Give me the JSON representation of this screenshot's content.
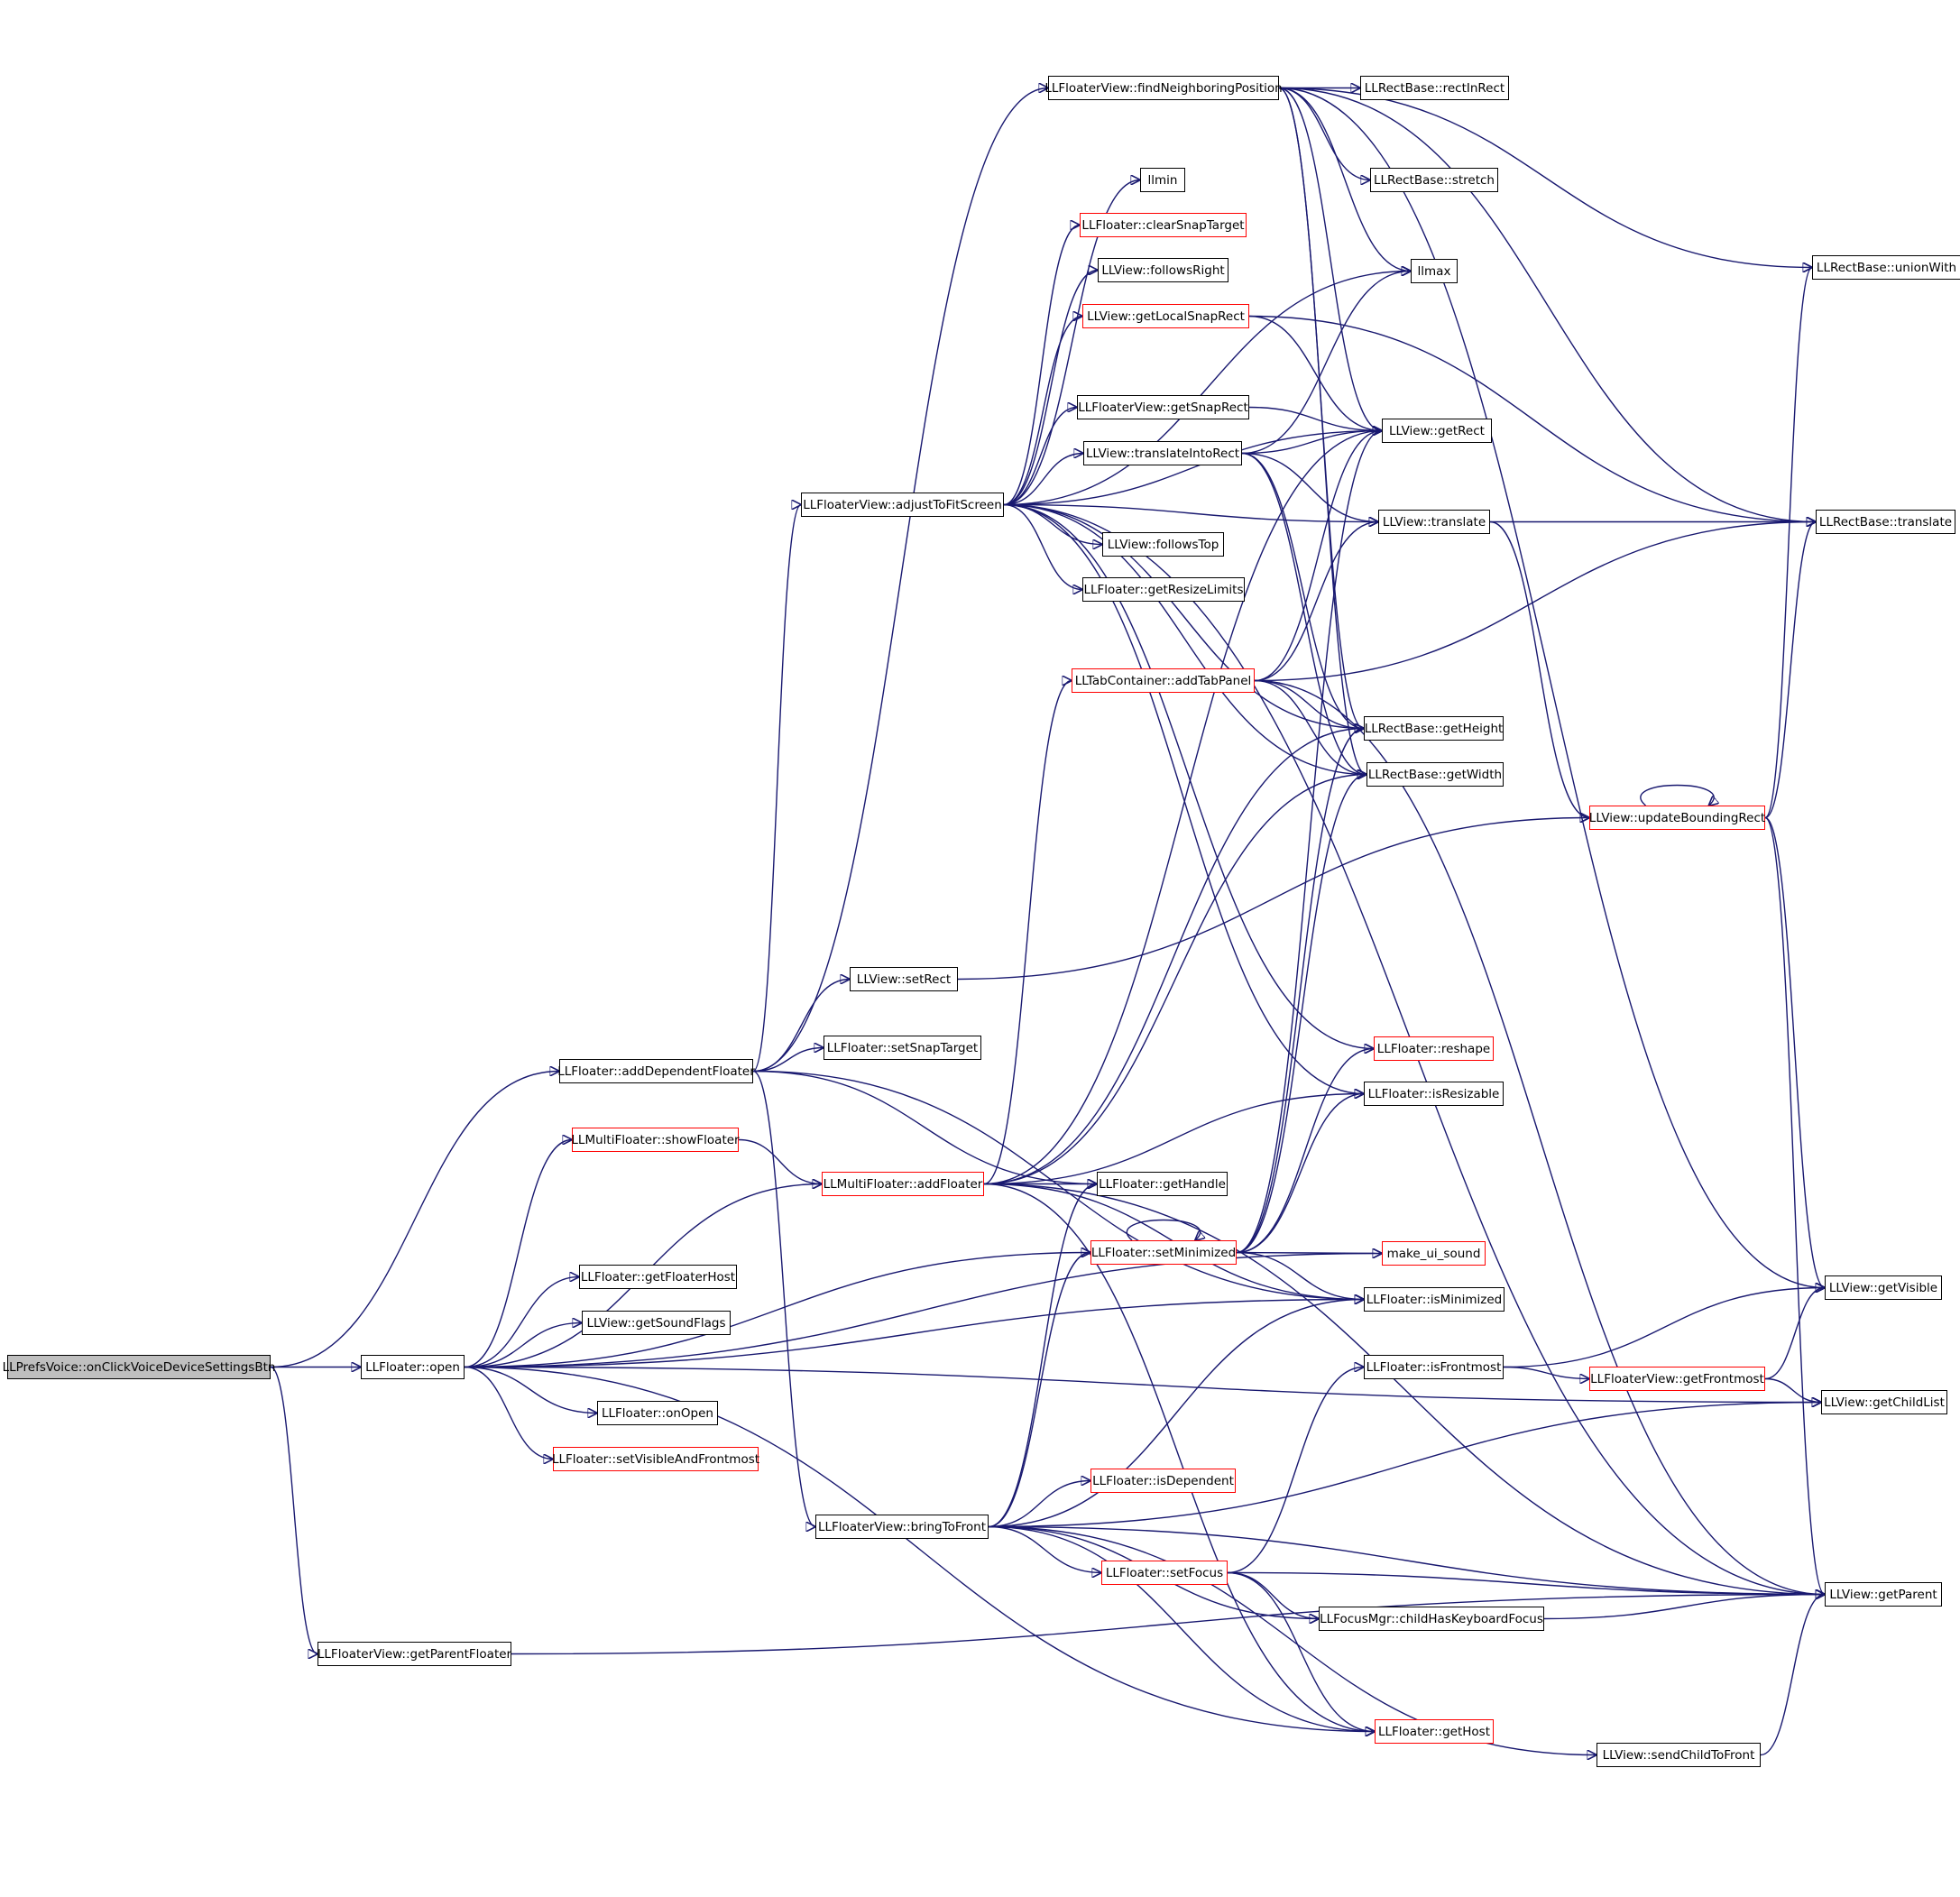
{
  "diagram": {
    "type": "call-graph",
    "edge_color": "#191970",
    "nodes": [
      {
        "id": "root",
        "label": "LLPrefsVoice::onClickVoiceDeviceSettingsBtn",
        "style": "root"
      },
      {
        "id": "open",
        "label": "LLFloater::open",
        "style": "normal"
      },
      {
        "id": "getParentFloater",
        "label": "LLFloaterView::getParentFloater",
        "style": "normal"
      },
      {
        "id": "addDependentFloater",
        "label": "LLFloater::addDependentFloater",
        "style": "normal"
      },
      {
        "id": "showFloater",
        "label": "LLMultiFloater::showFloater",
        "style": "red"
      },
      {
        "id": "getFloaterHost",
        "label": "LLFloater::getFloaterHost",
        "style": "normal"
      },
      {
        "id": "getSoundFlags",
        "label": "LLView::getSoundFlags",
        "style": "normal"
      },
      {
        "id": "onOpen",
        "label": "LLFloater::onOpen",
        "style": "normal"
      },
      {
        "id": "setVisibleAndFrontmost",
        "label": "LLFloater::setVisibleAndFrontmost",
        "style": "red"
      },
      {
        "id": "setRect",
        "label": "LLView::setRect",
        "style": "normal"
      },
      {
        "id": "setSnapTarget",
        "label": "LLFloater::setSnapTarget",
        "style": "normal"
      },
      {
        "id": "addFloater",
        "label": "LLMultiFloater::addFloater",
        "style": "red"
      },
      {
        "id": "bringToFront",
        "label": "LLFloaterView::bringToFront",
        "style": "normal"
      },
      {
        "id": "adjustToFitScreen",
        "label": "LLFloaterView::adjustToFitScreen",
        "style": "normal"
      },
      {
        "id": "findNeighboringPosition",
        "label": "LLFloaterView::findNeighboringPosition",
        "style": "normal"
      },
      {
        "id": "llmin",
        "label": "llmin",
        "style": "normal"
      },
      {
        "id": "clearSnapTarget",
        "label": "LLFloater::clearSnapTarget",
        "style": "red"
      },
      {
        "id": "followsRight",
        "label": "LLView::followsRight",
        "style": "normal"
      },
      {
        "id": "getLocalSnapRect",
        "label": "LLView::getLocalSnapRect",
        "style": "red"
      },
      {
        "id": "getSnapRect",
        "label": "LLFloaterView::getSnapRect",
        "style": "normal"
      },
      {
        "id": "translateIntoRect",
        "label": "LLView::translateIntoRect",
        "style": "normal"
      },
      {
        "id": "followsTop",
        "label": "LLView::followsTop",
        "style": "normal"
      },
      {
        "id": "getResizeLimits",
        "label": "LLFloater::getResizeLimits",
        "style": "normal"
      },
      {
        "id": "addTabPanel",
        "label": "LLTabContainer::addTabPanel",
        "style": "red"
      },
      {
        "id": "getHandle",
        "label": "LLFloater::getHandle",
        "style": "normal"
      },
      {
        "id": "setMinimized",
        "label": "LLFloater::setMinimized",
        "style": "red"
      },
      {
        "id": "isDependent",
        "label": "LLFloater::isDependent",
        "style": "red"
      },
      {
        "id": "setFocus",
        "label": "LLFloater::setFocus",
        "style": "red"
      },
      {
        "id": "rectInRect",
        "label": "LLRectBase::rectInRect",
        "style": "normal"
      },
      {
        "id": "stretch",
        "label": "LLRectBase::stretch",
        "style": "normal"
      },
      {
        "id": "llmax",
        "label": "llmax",
        "style": "normal"
      },
      {
        "id": "getRect",
        "label": "LLView::getRect",
        "style": "normal"
      },
      {
        "id": "translate",
        "label": "LLView::translate",
        "style": "normal"
      },
      {
        "id": "getHeight",
        "label": "LLRectBase::getHeight",
        "style": "normal"
      },
      {
        "id": "getWidth",
        "label": "LLRectBase::getWidth",
        "style": "normal"
      },
      {
        "id": "reshape",
        "label": "LLFloater::reshape",
        "style": "red"
      },
      {
        "id": "isResizable",
        "label": "LLFloater::isResizable",
        "style": "normal"
      },
      {
        "id": "make_ui_sound",
        "label": "make_ui_sound",
        "style": "red"
      },
      {
        "id": "isMinimized",
        "label": "LLFloater::isMinimized",
        "style": "normal"
      },
      {
        "id": "isFrontmost",
        "label": "LLFloater::isFrontmost",
        "style": "normal"
      },
      {
        "id": "childHasKeyboardFocus",
        "label": "LLFocusMgr::childHasKeyboardFocus",
        "style": "normal"
      },
      {
        "id": "getHost",
        "label": "LLFloater::getHost",
        "style": "red"
      },
      {
        "id": "updateBoundingRect",
        "label": "LLView::updateBoundingRect",
        "style": "red"
      },
      {
        "id": "getFrontmost",
        "label": "LLFloaterView::getFrontmost",
        "style": "red"
      },
      {
        "id": "sendChildToFront",
        "label": "LLView::sendChildToFront",
        "style": "normal"
      },
      {
        "id": "unionWith",
        "label": "LLRectBase::unionWith",
        "style": "normal"
      },
      {
        "id": "rbTranslate",
        "label": "LLRectBase::translate",
        "style": "normal"
      },
      {
        "id": "getVisible",
        "label": "LLView::getVisible",
        "style": "normal"
      },
      {
        "id": "getChildList",
        "label": "LLView::getChildList",
        "style": "normal"
      },
      {
        "id": "getParent",
        "label": "LLView::getParent",
        "style": "normal"
      }
    ],
    "edges": [
      [
        "root",
        "open"
      ],
      [
        "root",
        "getParentFloater"
      ],
      [
        "root",
        "addDependentFloater"
      ],
      [
        "open",
        "showFloater"
      ],
      [
        "open",
        "addFloater"
      ],
      [
        "open",
        "setMinimized"
      ],
      [
        "open",
        "getFloaterHost"
      ],
      [
        "open",
        "getSoundFlags"
      ],
      [
        "open",
        "onOpen"
      ],
      [
        "open",
        "setVisibleAndFrontmost"
      ],
      [
        "open",
        "make_ui_sound"
      ],
      [
        "open",
        "isMinimized"
      ],
      [
        "open",
        "getChildList"
      ],
      [
        "open",
        "getHost"
      ],
      [
        "getParentFloater",
        "getParent"
      ],
      [
        "addDependentFloater",
        "findNeighboringPosition"
      ],
      [
        "addDependentFloater",
        "adjustToFitScreen"
      ],
      [
        "addDependentFloater",
        "setRect"
      ],
      [
        "addDependentFloater",
        "setSnapTarget"
      ],
      [
        "addDependentFloater",
        "getHandle"
      ],
      [
        "addDependentFloater",
        "isMinimized"
      ],
      [
        "addDependentFloater",
        "bringToFront"
      ],
      [
        "showFloater",
        "addFloater"
      ],
      [
        "setRect",
        "updateBoundingRect"
      ],
      [
        "addFloater",
        "addTabPanel"
      ],
      [
        "addFloater",
        "getHandle"
      ],
      [
        "addFloater",
        "isResizable"
      ],
      [
        "addFloater",
        "getHeight"
      ],
      [
        "addFloater",
        "getWidth"
      ],
      [
        "addFloater",
        "getRect"
      ],
      [
        "addFloater",
        "isMinimized"
      ],
      [
        "addFloater",
        "getHost"
      ],
      [
        "addFloater",
        "getParent"
      ],
      [
        "adjustToFitScreen",
        "llmin"
      ],
      [
        "adjustToFitScreen",
        "clearSnapTarget"
      ],
      [
        "adjustToFitScreen",
        "followsRight"
      ],
      [
        "adjustToFitScreen",
        "getLocalSnapRect"
      ],
      [
        "adjustToFitScreen",
        "getSnapRect"
      ],
      [
        "adjustToFitScreen",
        "translateIntoRect"
      ],
      [
        "adjustToFitScreen",
        "translate"
      ],
      [
        "adjustToFitScreen",
        "followsTop"
      ],
      [
        "adjustToFitScreen",
        "getResizeLimits"
      ],
      [
        "adjustToFitScreen",
        "getRect"
      ],
      [
        "adjustToFitScreen",
        "getHeight"
      ],
      [
        "adjustToFitScreen",
        "getWidth"
      ],
      [
        "adjustToFitScreen",
        "reshape"
      ],
      [
        "adjustToFitScreen",
        "isResizable"
      ],
      [
        "adjustToFitScreen",
        "getParent"
      ],
      [
        "adjustToFitScreen",
        "llmax"
      ],
      [
        "findNeighboringPosition",
        "rectInRect"
      ],
      [
        "findNeighboringPosition",
        "stretch"
      ],
      [
        "findNeighboringPosition",
        "llmax"
      ],
      [
        "findNeighboringPosition",
        "unionWith"
      ],
      [
        "findNeighboringPosition",
        "rbTranslate"
      ],
      [
        "findNeighboringPosition",
        "getRect"
      ],
      [
        "findNeighboringPosition",
        "getHeight"
      ],
      [
        "findNeighboringPosition",
        "getWidth"
      ],
      [
        "findNeighboringPosition",
        "getVisible"
      ],
      [
        "getLocalSnapRect",
        "getRect"
      ],
      [
        "getLocalSnapRect",
        "rbTranslate"
      ],
      [
        "getSnapRect",
        "getRect"
      ],
      [
        "translateIntoRect",
        "getRect"
      ],
      [
        "translateIntoRect",
        "translate"
      ],
      [
        "translateIntoRect",
        "getHeight"
      ],
      [
        "translateIntoRect",
        "getWidth"
      ],
      [
        "translateIntoRect",
        "llmax"
      ],
      [
        "translate",
        "rbTranslate"
      ],
      [
        "translate",
        "updateBoundingRect"
      ],
      [
        "addTabPanel",
        "getRect"
      ],
      [
        "addTabPanel",
        "translate"
      ],
      [
        "addTabPanel",
        "getHeight"
      ],
      [
        "addTabPanel",
        "getWidth"
      ],
      [
        "addTabPanel",
        "rbTranslate"
      ],
      [
        "addTabPanel",
        "getParent"
      ],
      [
        "setMinimized",
        "setMinimized"
      ],
      [
        "setMinimized",
        "make_ui_sound"
      ],
      [
        "setMinimized",
        "isMinimized"
      ],
      [
        "setMinimized",
        "isResizable"
      ],
      [
        "setMinimized",
        "reshape"
      ],
      [
        "setMinimized",
        "getRect"
      ],
      [
        "setMinimized",
        "getHeight"
      ],
      [
        "setMinimized",
        "getWidth"
      ],
      [
        "bringToFront",
        "isDependent"
      ],
      [
        "bringToFront",
        "setFocus"
      ],
      [
        "bringToFront",
        "childHasKeyboardFocus"
      ],
      [
        "bringToFront",
        "getHost"
      ],
      [
        "bringToFront",
        "sendChildToFront"
      ],
      [
        "bringToFront",
        "getChildList"
      ],
      [
        "bringToFront",
        "getHandle"
      ],
      [
        "bringToFront",
        "setMinimized"
      ],
      [
        "bringToFront",
        "isMinimized"
      ],
      [
        "bringToFront",
        "getParent"
      ],
      [
        "setFocus",
        "isFrontmost"
      ],
      [
        "setFocus",
        "childHasKeyboardFocus"
      ],
      [
        "setFocus",
        "getHost"
      ],
      [
        "setFocus",
        "getParent"
      ],
      [
        "isFrontmost",
        "getFrontmost"
      ],
      [
        "isFrontmost",
        "getVisible"
      ],
      [
        "getFrontmost",
        "getVisible"
      ],
      [
        "getFrontmost",
        "getChildList"
      ],
      [
        "childHasKeyboardFocus",
        "getParent"
      ],
      [
        "sendChildToFront",
        "getParent"
      ],
      [
        "updateBoundingRect",
        "updateBoundingRect"
      ],
      [
        "updateBoundingRect",
        "unionWith"
      ],
      [
        "updateBoundingRect",
        "rbTranslate"
      ],
      [
        "updateBoundingRect",
        "getVisible"
      ],
      [
        "updateBoundingRect",
        "getParent"
      ]
    ]
  }
}
